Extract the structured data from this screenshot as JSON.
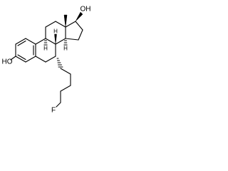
{
  "molecule": {
    "atoms": {
      "phenol_hydroxyl": "HO",
      "hydroxyl_17": "OH",
      "fluorine": "F",
      "stereo_h_8": "H",
      "stereo_h_9": "H",
      "stereo_h_14": "H"
    }
  }
}
